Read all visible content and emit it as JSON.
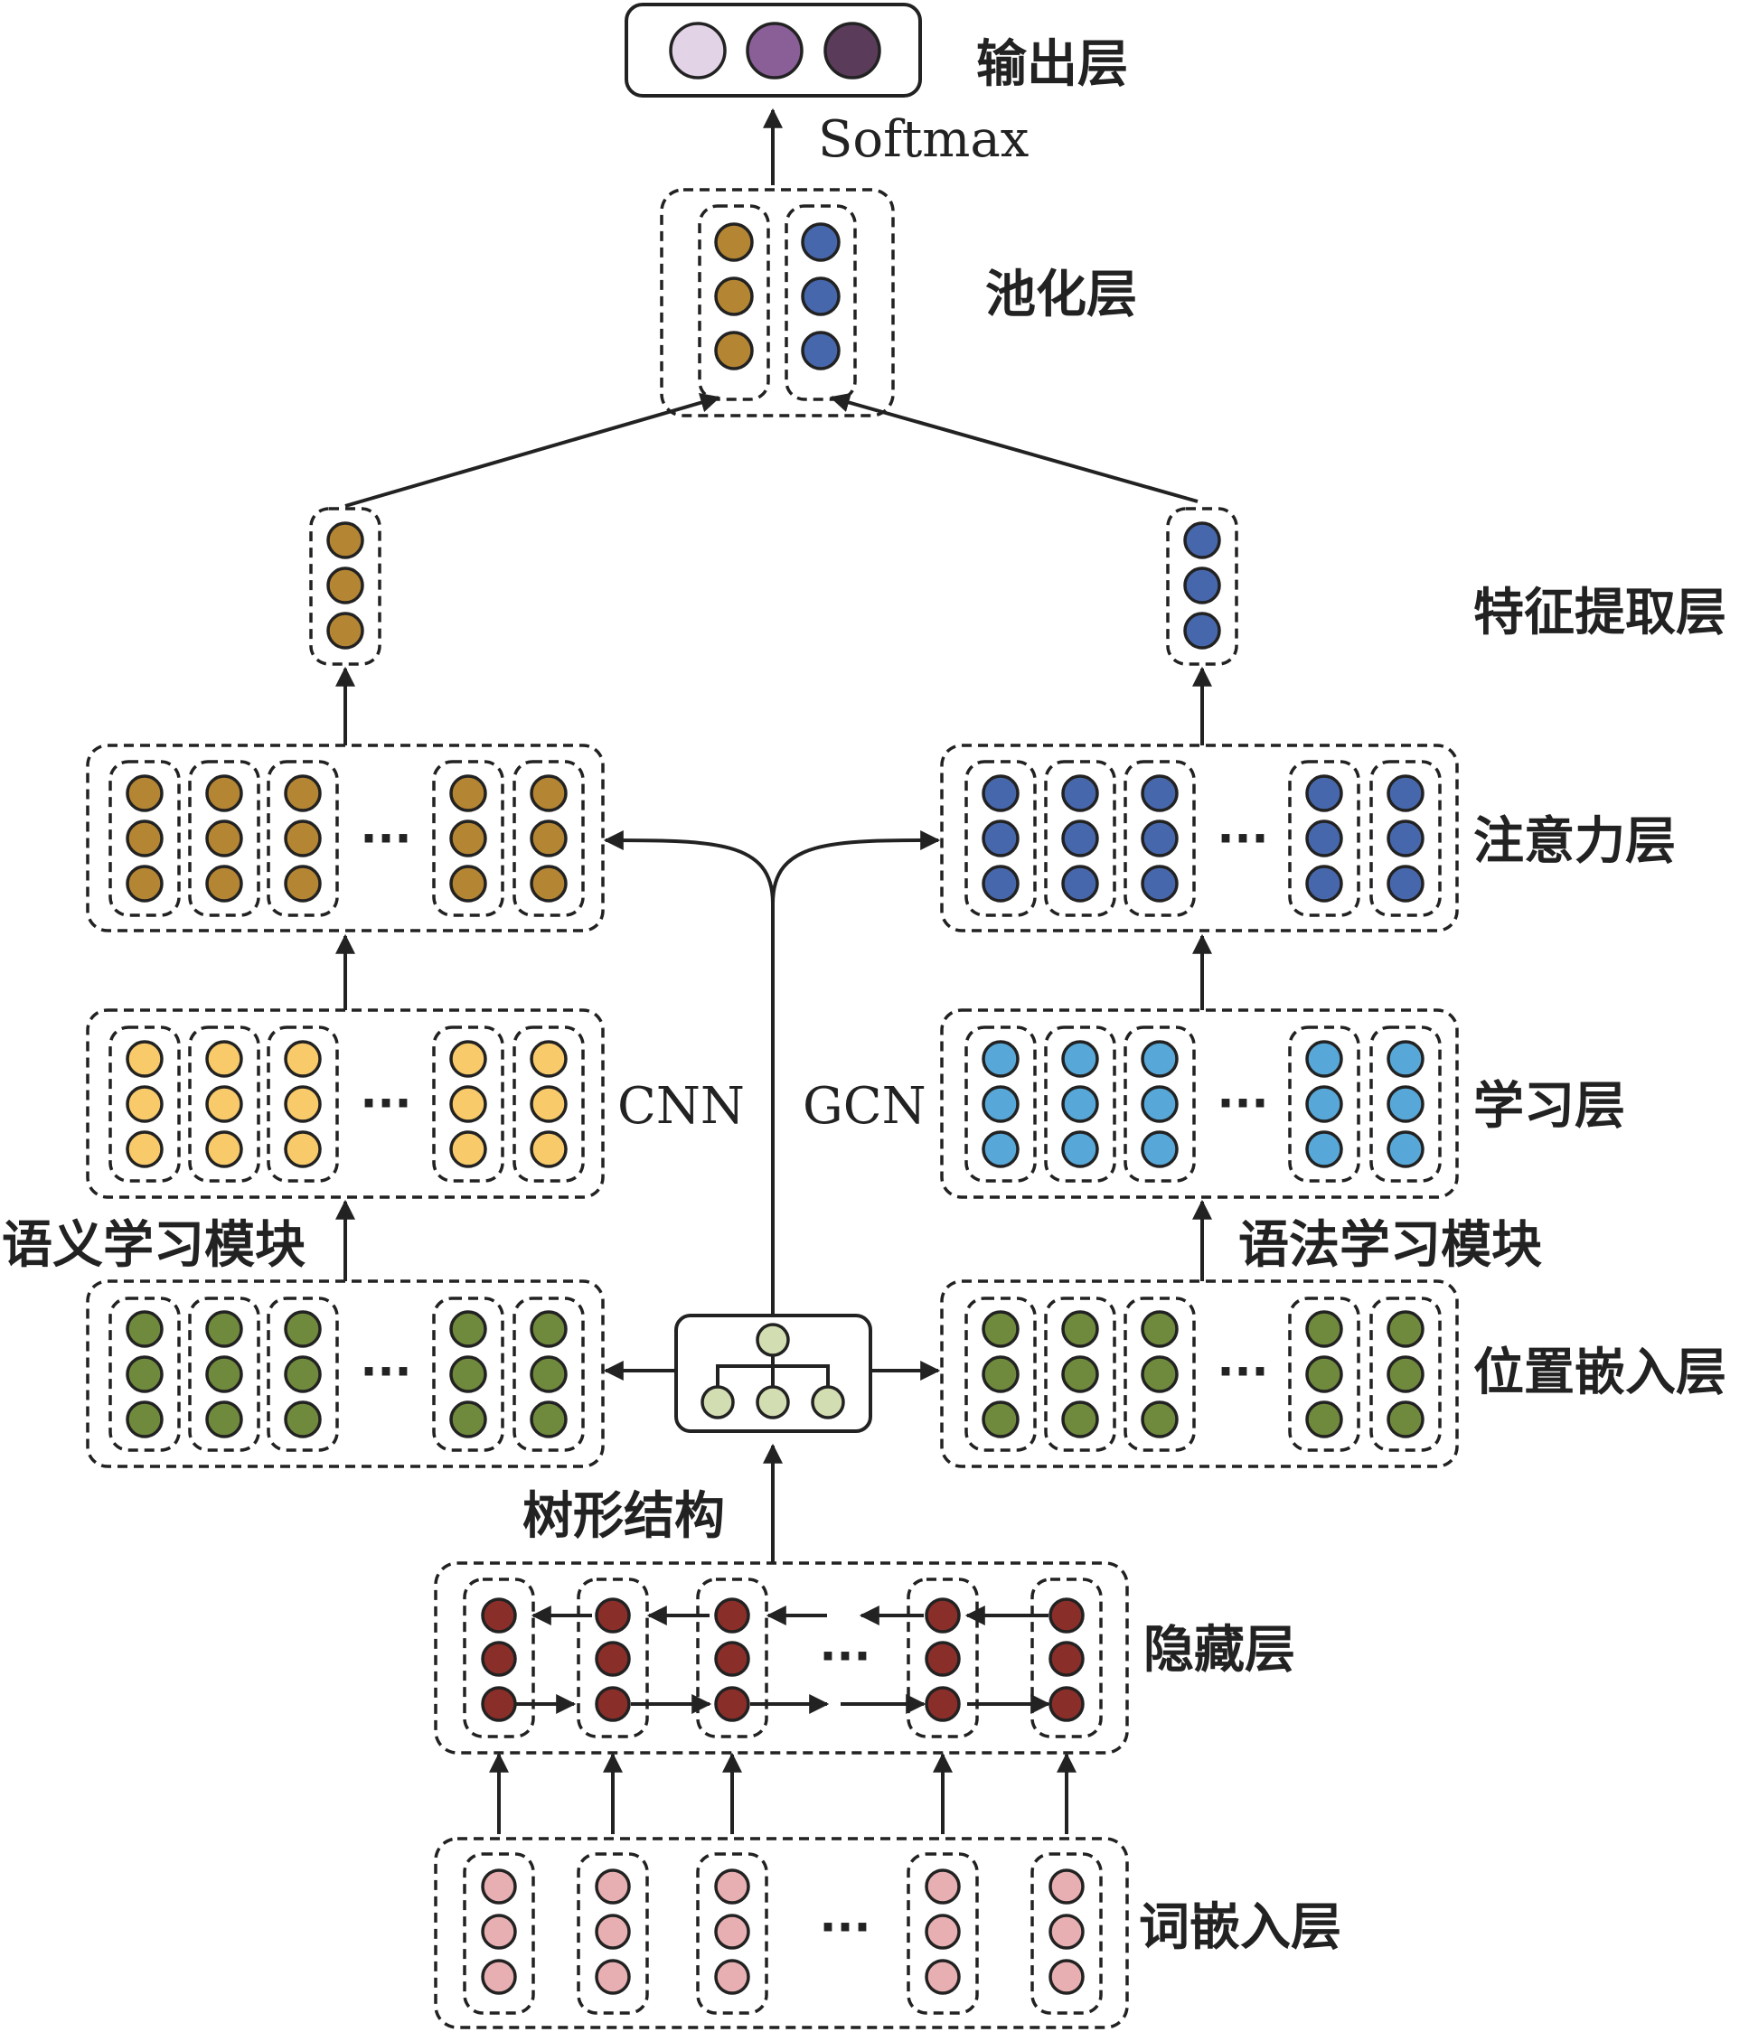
{
  "labels": {
    "output_layer": "输出层",
    "softmax": "Softmax",
    "pooling_layer": "池化层",
    "feature_extraction_layer": "特征提取层",
    "attention_layer": "注意力层",
    "learning_layer": "学习层",
    "cnn": "CNN",
    "gcn": "GCN",
    "semantic_module": "语义学习模块",
    "syntax_module": "语法学习模块",
    "position_embedding_layer": "位置嵌入层",
    "tree_structure": "树形结构",
    "hidden_layer": "隐藏层",
    "word_embedding_layer": "词嵌入层",
    "ellipsis": "···"
  },
  "colors": {
    "output": [
      "#e2d3e6",
      "#8a5f98",
      "#5a3c5a"
    ],
    "pool_left": "#b48532",
    "pool_right": "#4767ac",
    "attention_left": "#b48532",
    "attention_right": "#4767ac",
    "learning_left": "#f8ca6a",
    "learning_right": "#57a8d8",
    "position": "#6f8a3c",
    "tree": "#d3ddb2",
    "hidden": "#8a2e2a",
    "embedding": "#e7afb1"
  },
  "icons": {
    "tree": "tree-structure-icon"
  }
}
